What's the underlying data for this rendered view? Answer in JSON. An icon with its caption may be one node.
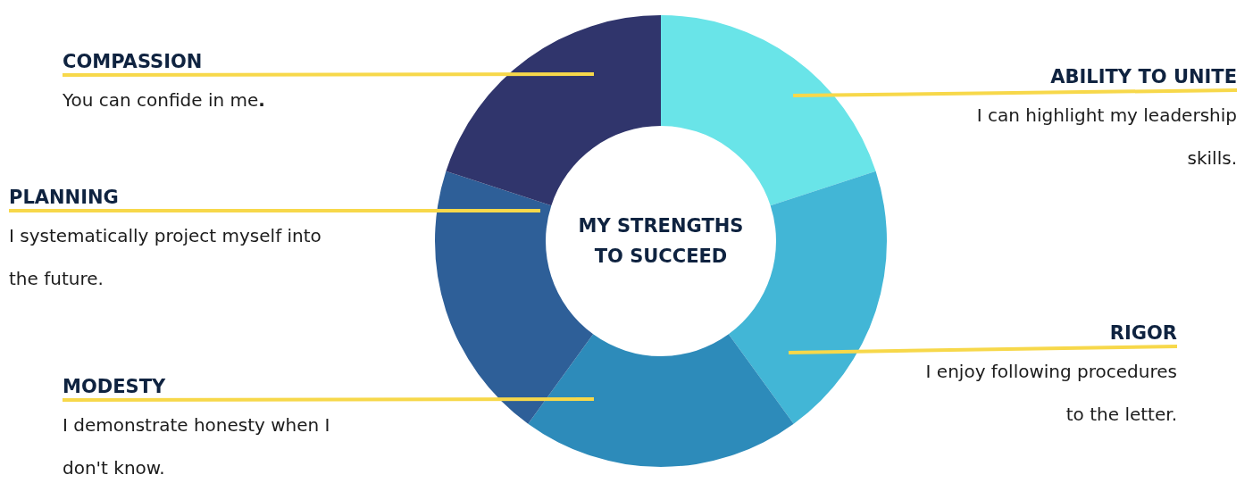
{
  "diagram": {
    "nodes": [
      {
        "text": [
          "MY STRENGTHS TO SUCCEED"
        ]
      },
      {
        "text": [
          "COMPASSION",
          "You can confide in me**.**"
        ]
      },
      {
        "text": [
          "ABILITY TO UNITE",
          "I can highlight my leadership skills."
        ]
      },
      {
        "text": [
          "PLANNING",
          "I systematically project myself into the future."
        ]
      },
      {
        "text": [
          "RIGOR",
          "I enjoy following procedures to the letter."
        ]
      },
      {
        "text": [
          "MODESTY",
          "I demonstrate honesty when I don't know."
        ]
      },
      {
        "text": [],
        "shape": "segment"
      },
      {
        "text": [],
        "shape": "segment"
      },
      {
        "text": [],
        "shape": "segment"
      },
      {
        "text": [],
        "shape": "segment"
      },
      {
        "text": [],
        "shape": "segment"
      }
    ],
    "edges": [
      {
        "from": 1,
        "to": 10,
        "arrow": "none"
      },
      {
        "from": 2,
        "to": 6,
        "arrow": "none"
      },
      {
        "from": 3,
        "to": 9,
        "arrow": "none"
      },
      {
        "from": 4,
        "to": 7,
        "arrow": "none"
      },
      {
        "from": 5,
        "to": 8,
        "arrow": "none"
      }
    ]
  }
}
